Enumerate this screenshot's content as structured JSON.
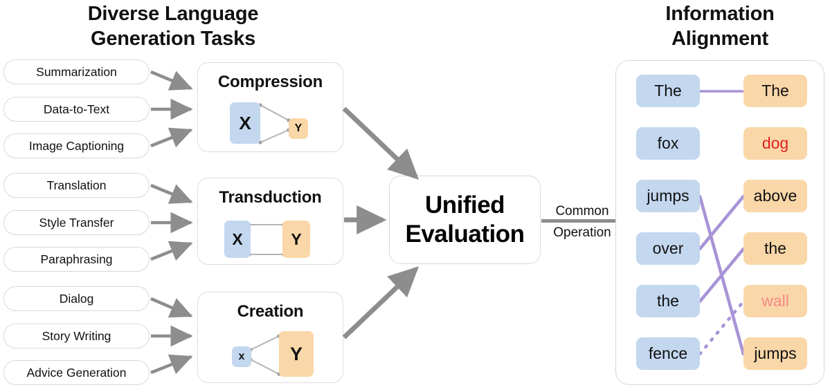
{
  "left": {
    "heading_line1": "Diverse Language",
    "heading_line2": "Generation Tasks",
    "tasks": [
      {
        "label": "Summarization"
      },
      {
        "label": "Data-to-Text"
      },
      {
        "label": "Image Captioning"
      },
      {
        "label": "Translation"
      },
      {
        "label": "Style Transfer"
      },
      {
        "label": "Paraphrasing"
      },
      {
        "label": "Dialog"
      },
      {
        "label": "Story Writing"
      },
      {
        "label": "Advice Generation"
      }
    ],
    "processes": [
      {
        "title": "Compression",
        "x_label": "X",
        "y_label": "Y"
      },
      {
        "title": "Transduction",
        "x_label": "X",
        "y_label": "Y"
      },
      {
        "title": "Creation",
        "x_label": "x",
        "y_label": "Y"
      }
    ]
  },
  "center": {
    "title_line1": "Unified",
    "title_line2": "Evaluation",
    "connector_line1": "Common",
    "connector_line2": "Operation"
  },
  "right": {
    "heading_line1": "Information",
    "heading_line2": "Alignment",
    "left_words": [
      {
        "text": "The"
      },
      {
        "text": "fox"
      },
      {
        "text": "jumps"
      },
      {
        "text": "over"
      },
      {
        "text": "the"
      },
      {
        "text": "fence"
      }
    ],
    "right_words": [
      {
        "text": "The",
        "color": "#111111"
      },
      {
        "text": "dog",
        "color": "#e02020"
      },
      {
        "text": "above",
        "color": "#111111"
      },
      {
        "text": "the",
        "color": "#111111"
      },
      {
        "text": "wall",
        "color": "#f58a86"
      },
      {
        "text": "jumps",
        "color": "#111111"
      }
    ],
    "alignments": [
      {
        "from": 0,
        "to": 0,
        "style": "solid"
      },
      {
        "from": 2,
        "to": 5,
        "style": "solid"
      },
      {
        "from": 3,
        "to": 2,
        "style": "solid"
      },
      {
        "from": 4,
        "to": 3,
        "style": "solid"
      },
      {
        "from": 5,
        "to": 4,
        "style": "dotted"
      }
    ]
  },
  "colors": {
    "source_box": "#c3d7ef",
    "target_box": "#fad7a8",
    "link": "#a894d6",
    "arrow": "#8d8d8d",
    "mismatch_strong": "#e02020",
    "mismatch_weak": "#f58a86"
  }
}
